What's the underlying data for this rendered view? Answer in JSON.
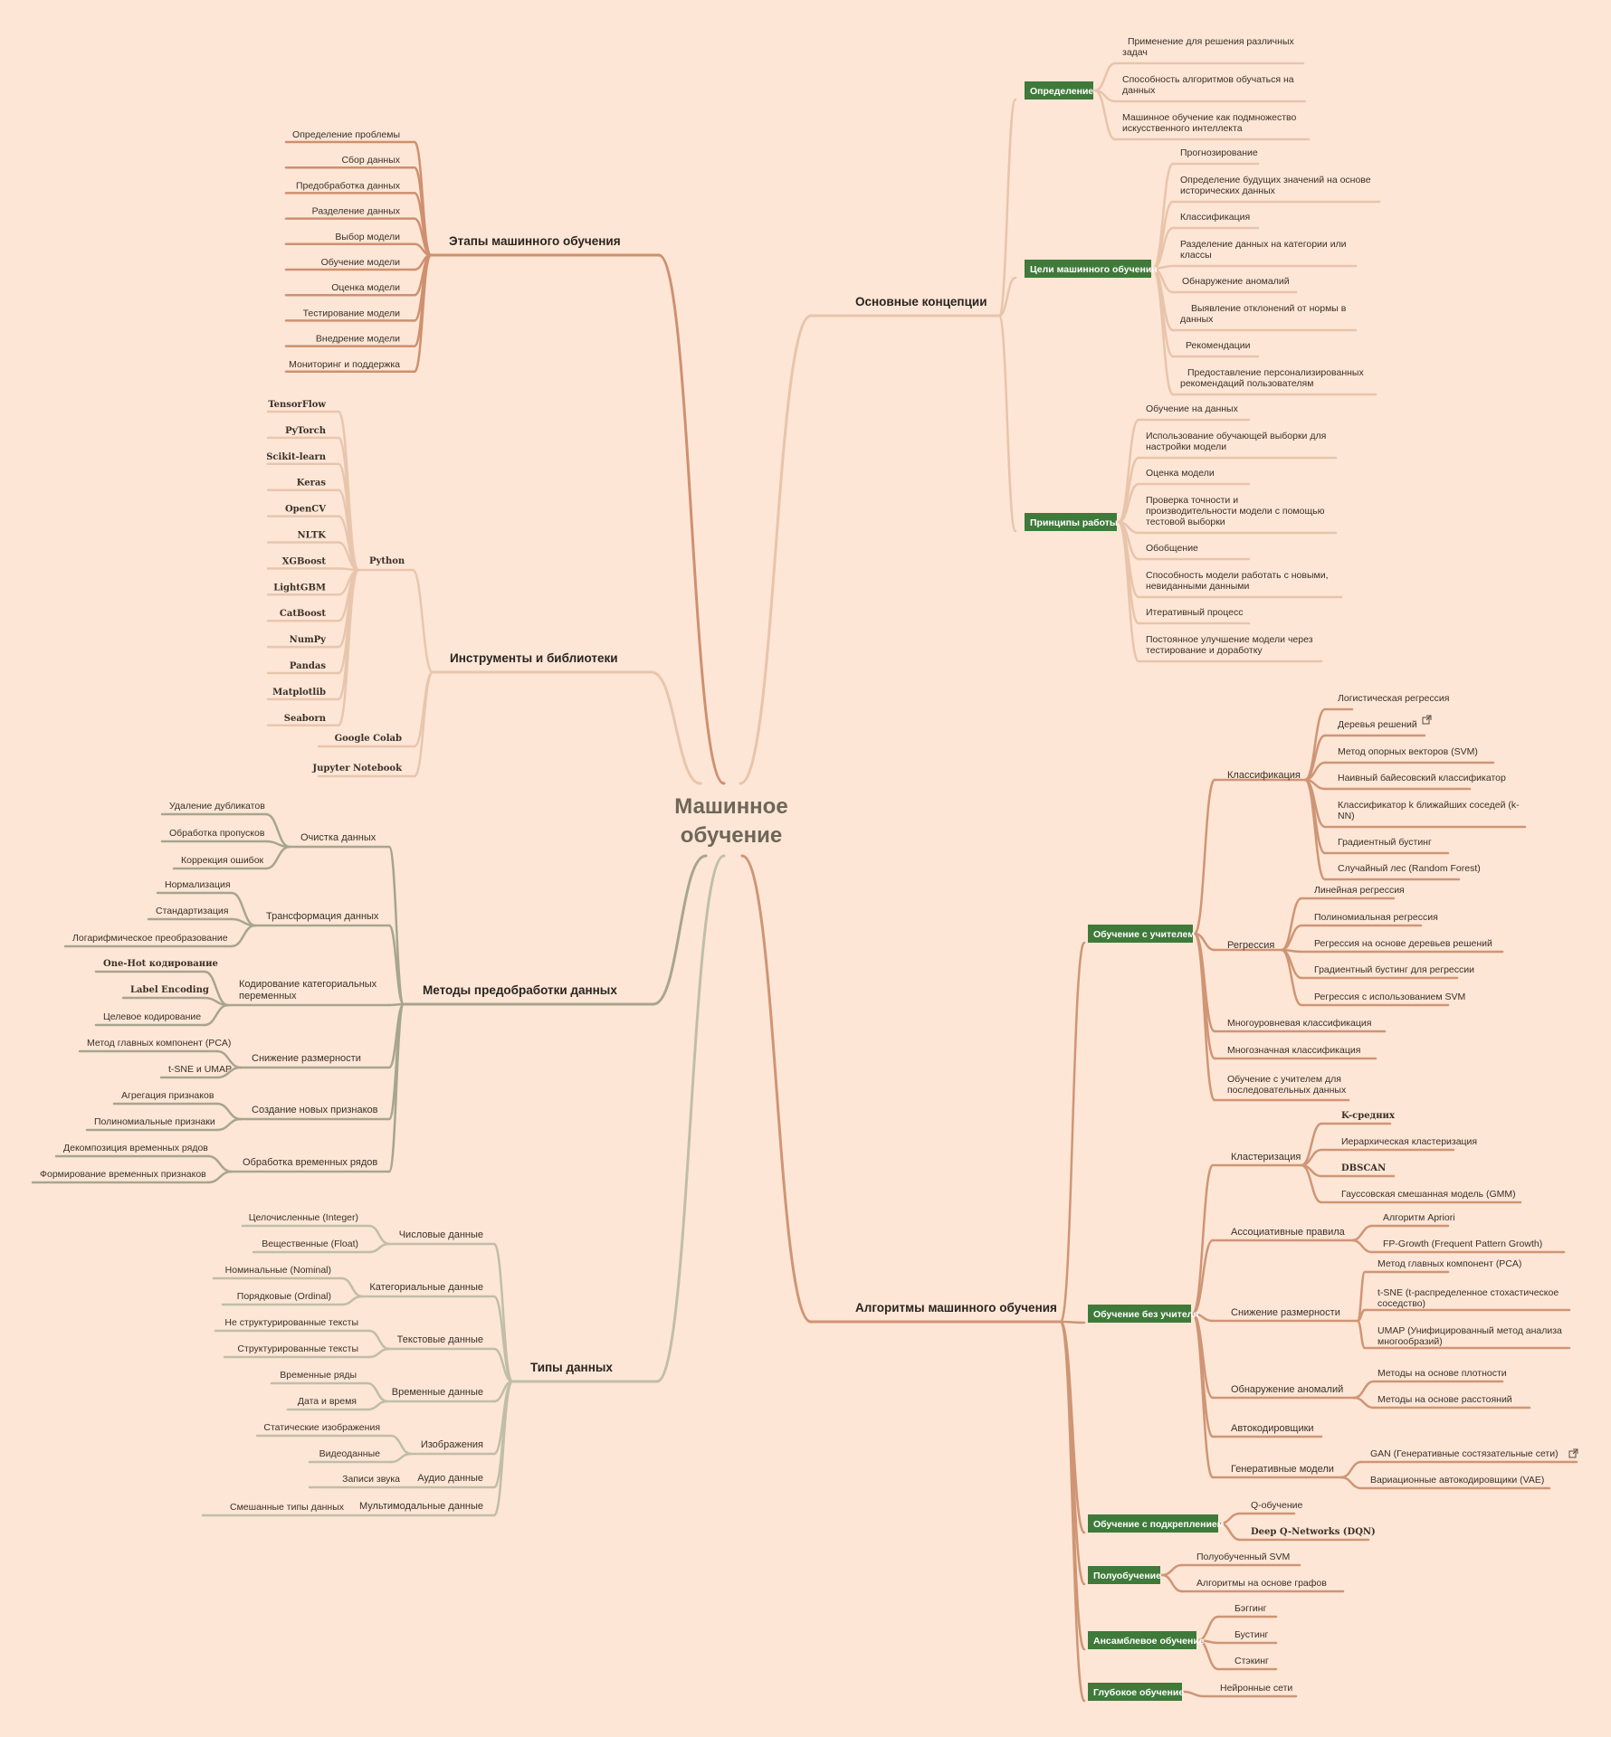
{
  "colors": {
    "background": "#fde6d6",
    "stages": "#cf9070",
    "tools": "#e8c6ad",
    "preprocessing": "#a7a58e",
    "datatypes": "#c0bea6",
    "concepts": "#e8c4ab",
    "algorithms": "#cf9575",
    "green_label": "#3f7a3a"
  },
  "root": {
    "title_line1": "Машинное",
    "title_line2": "обучение"
  },
  "stages": {
    "title": "Этапы машинного обучения",
    "items": [
      "Определение проблемы",
      "Сбор данных",
      "Предобработка данных",
      "Разделение данных",
      "Выбор модели",
      "Обучение модели",
      "Оценка модели",
      "Тестирование модели",
      "Внедрение модели",
      "Мониторинг и поддержка"
    ]
  },
  "tools": {
    "title": "Инструменты и библиотеки",
    "python": {
      "label": "Python",
      "items": [
        "TensorFlow",
        "PyTorch",
        "Scikit-learn",
        "Keras",
        "OpenCV",
        "NLTK",
        "XGBoost",
        "LightGBM",
        "CatBoost",
        "NumPy",
        "Pandas",
        "Matplotlib",
        "Seaborn"
      ]
    },
    "other": [
      "Google Colab",
      "Jupyter Notebook"
    ]
  },
  "preprocessing": {
    "title": "Методы предобработки данных",
    "groups": [
      {
        "label": "Очистка данных",
        "items": [
          "Удаление дубликатов",
          "Обработка пропусков",
          "Коррекция ошибок"
        ]
      },
      {
        "label": "Трансформация данных",
        "items": [
          "Нормализация",
          "Стандартизация",
          "Логарифмическое преобразование"
        ]
      },
      {
        "label_line1": "Кодирование категориальных",
        "label_line2": "переменных",
        "items": [
          "One-Hot кодирование",
          "Label Encoding",
          "Целевое кодирование"
        ]
      },
      {
        "label": "Снижение размерности",
        "items": [
          "Метод главных компонент (PCA)",
          "t-SNE и UMAP"
        ]
      },
      {
        "label": "Создание новых признаков",
        "items": [
          "Агрегация признаков",
          "Полиномиальные признаки"
        ]
      },
      {
        "label": "Обработка временных рядов",
        "items": [
          "Декомпозиция временных рядов",
          "Формирование временных признаков"
        ]
      }
    ]
  },
  "datatypes": {
    "title": "Типы данных",
    "groups": [
      {
        "label": "Числовые данные",
        "items": [
          "Целочисленные (Integer)",
          "Вещественные (Float)"
        ]
      },
      {
        "label": "Категориальные данные",
        "items": [
          "Номинальные (Nominal)",
          "Порядковые (Ordinal)"
        ]
      },
      {
        "label": "Текстовые данные",
        "items": [
          "Не структурированные тексты",
          "Структурированные тексты"
        ]
      },
      {
        "label": "Временные данные",
        "items": [
          "Временные ряды",
          "Дата и время"
        ]
      },
      {
        "label": "Изображения",
        "items": [
          "Статические изображения",
          "Видеоданные"
        ]
      },
      {
        "label": "Аудио данные",
        "items": [
          "Записи звука"
        ]
      },
      {
        "label": "Мультимодальные данные",
        "items": [
          "Смешанные типы данных"
        ]
      }
    ]
  },
  "concepts": {
    "title": "Основные концепции",
    "definition": {
      "label": "Определение",
      "items": [
        [
          "Применение для решения различных",
          "задач"
        ],
        [
          "Способность алгоритмов обучаться на",
          "данных"
        ],
        [
          "Машинное обучение как подмножество",
          "искусственного интеллекта"
        ]
      ]
    },
    "goals": {
      "label": "Цели машинного обучения",
      "items": [
        [
          "Прогнозирование"
        ],
        [
          "Определение будущих значений на основе",
          "исторических данных"
        ],
        [
          "Классификация"
        ],
        [
          "Разделение данных на категории или",
          "классы"
        ],
        [
          "Обнаружение аномалий"
        ],
        [
          "Выявление отклонений от нормы в",
          "данных"
        ],
        [
          "Рекомендации"
        ],
        [
          "Предоставление персонализированных",
          "рекомендаций пользователям"
        ]
      ]
    },
    "principles": {
      "label": "Принципы работы",
      "items": [
        [
          "Обучение на данных"
        ],
        [
          "Использование обучающей выборки для",
          "настройки модели"
        ],
        [
          "Оценка модели"
        ],
        [
          "Проверка точности и",
          "производительности модели с помощью",
          "тестовой выборки"
        ],
        [
          "Обобщение"
        ],
        [
          "Способность модели работать с новыми,",
          "невиданными данными"
        ],
        [
          "Итеративный процесс"
        ],
        [
          "Постоянное улучшение модели через",
          "тестирование и доработку"
        ]
      ]
    }
  },
  "algorithms": {
    "title": "Алгоритмы машинного обучения",
    "supervised": {
      "label": "Обучение с учителем",
      "classification": {
        "label": "Классификация",
        "items": [
          [
            "Логистическая регрессия"
          ],
          [
            "Деревья решений"
          ],
          [
            "Метод опорных векторов (SVM)"
          ],
          [
            "Наивный байесовский классификатор"
          ],
          [
            "Классификатор k ближайших соседей (k-",
            "NN)"
          ],
          [
            "Градиентный бустинг"
          ],
          [
            "Случайный лес (Random Forest)"
          ]
        ]
      },
      "regression": {
        "label": "Регрессия",
        "items": [
          "Линейная регрессия",
          "Полиномиальная регрессия",
          "Регрессия на основе деревьев решений",
          "Градиентный бустинг для регрессии",
          "Регрессия с использованием SVM"
        ]
      },
      "extra": [
        [
          "Многоуровневая классификация"
        ],
        [
          "Многозначная классификация"
        ],
        [
          "Обучение с учителем для",
          "последовательных данных"
        ]
      ]
    },
    "unsupervised": {
      "label": "Обучение без учителя",
      "clustering": {
        "label": "Кластеризация",
        "items": [
          "K-средних",
          "Иерархическая кластеризация",
          "DBSCAN",
          "Гауссовская смешанная модель (GMM)"
        ]
      },
      "association": {
        "label": "Ассоциативные правила",
        "items": [
          "Алгоритм Apriori",
          "FP-Growth (Frequent Pattern Growth)"
        ]
      },
      "dimred": {
        "label": "Снижение размерности",
        "items": [
          [
            "Метод главных компонент (PCA)"
          ],
          [
            "t-SNE (t-распределенное стохастическое",
            "соседство)"
          ],
          [
            "UMAP (Унифицированный метод анализа",
            "многообразий)"
          ]
        ]
      },
      "anomaly": {
        "label": "Обнаружение аномалий",
        "items": [
          "Методы на основе плотности",
          "Методы на основе расстояний"
        ]
      },
      "autoencoders": {
        "label": "Автокодировщики"
      },
      "generative": {
        "label": "Генеративные модели",
        "items": [
          "GAN (Генеративные состязательные сети)",
          "Вариационные автокодировщики (VAE)"
        ]
      }
    },
    "reinforcement": {
      "label": "Обучение с подкреплением",
      "items": [
        "Q-обучение",
        "Deep Q-Networks (DQN)"
      ]
    },
    "semi": {
      "label": "Полуобучение",
      "items": [
        "Полуобученный SVM",
        "Алгоритмы на основе графов"
      ]
    },
    "ensemble": {
      "label": "Ансамблевое обучение",
      "items": [
        "Бэггинг",
        "Бустинг",
        "Стэкинг"
      ]
    },
    "deep": {
      "label": "Глубокое обучение",
      "items": [
        "Нейронные сети"
      ]
    }
  }
}
